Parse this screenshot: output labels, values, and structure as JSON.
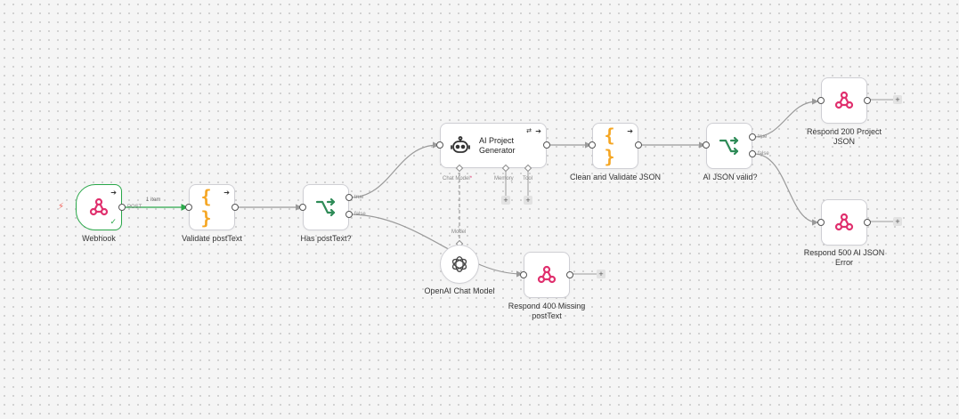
{
  "colors": {
    "webhook_pink": "#e0306e",
    "switch_green": "#2e8b57",
    "code_orange": "#f5a623",
    "trigger_green": "#2aa84a",
    "edge_gray": "#9a9a9a"
  },
  "nodes": {
    "webhook": {
      "label": "Webhook",
      "icon": "webhook-icon",
      "port_label": "POST",
      "item_count": "1 item"
    },
    "validate_post_text": {
      "label": "Validate postText",
      "icon": "code-braces-icon"
    },
    "has_post_text": {
      "label": "Has postText?",
      "icon": "switch-icon",
      "true_label": "true",
      "false_label": "false"
    },
    "ai_project_generator": {
      "label": "AI Project Generator",
      "icon": "robot-icon",
      "sub_ports": {
        "chat_model": "Chat Model",
        "required_mark": "*",
        "memory": "Memory",
        "tool": "Tool"
      }
    },
    "openai_chat_model": {
      "label": "OpenAI Chat Model",
      "icon": "openai-icon",
      "port_label": "Model"
    },
    "respond_400": {
      "label": "Respond 400 Missing postText",
      "icon": "webhook-icon"
    },
    "clean_validate_json": {
      "label": "Clean and Validate JSON",
      "icon": "code-braces-icon"
    },
    "ai_json_valid": {
      "label": "AI JSON valid?",
      "icon": "switch-icon",
      "true_label": "true",
      "false_label": "false"
    },
    "respond_200": {
      "label": "Respond 200 Project JSON",
      "icon": "webhook-icon"
    },
    "respond_500": {
      "label": "Respond 500 AI JSON Error",
      "icon": "webhook-icon"
    }
  },
  "controls": {
    "add_symbol": "+",
    "run_arrow": "➔",
    "trigger_bolt": "⚡",
    "check": "✓"
  }
}
